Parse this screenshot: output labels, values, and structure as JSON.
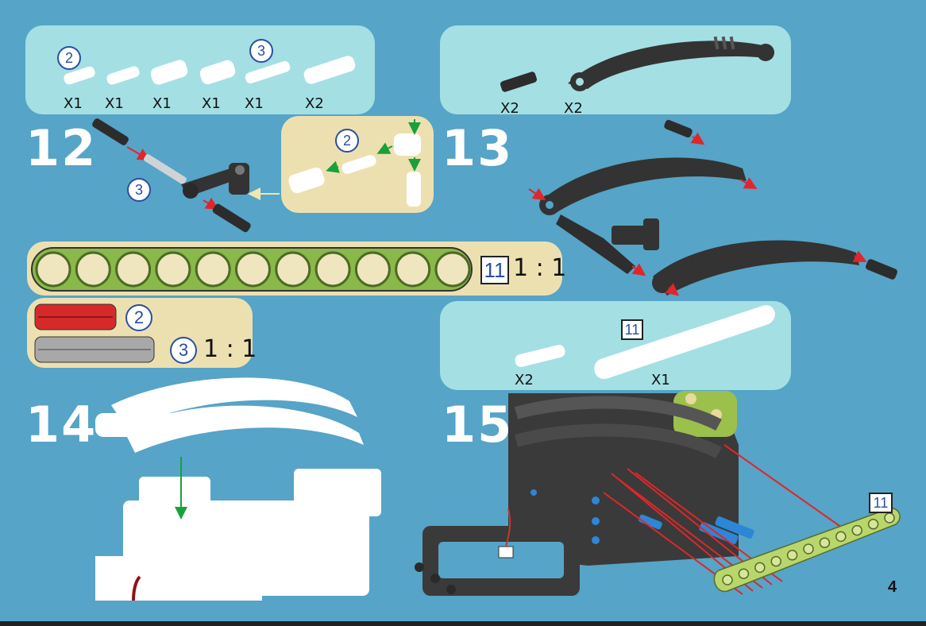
{
  "page": {
    "number": "4"
  },
  "steps": {
    "s12": "12",
    "s13": "13",
    "s14": "14",
    "s15": "15"
  },
  "parts_box_1": {
    "callouts": [
      "2",
      "3"
    ],
    "quantities": [
      "X1",
      "X1",
      "X1",
      "X1",
      "X1",
      "X2"
    ]
  },
  "parts_box_2": {
    "quantities": [
      "X2",
      "X2"
    ]
  },
  "subassembly": {
    "callout": "2"
  },
  "step12": {
    "callout": "3"
  },
  "beam_scale": {
    "size": "11",
    "ratio": "1 : 1"
  },
  "axle_scale": {
    "red_size": "2",
    "grey_size": "3",
    "ratio": "1 : 1"
  },
  "parts_box_3": {
    "size": "11",
    "quantities": [
      "X2",
      "X1"
    ]
  },
  "step15": {
    "beam_size": "11"
  },
  "colors": {
    "background": "#56a4c7",
    "panel_light": "#a4dfe4",
    "panel_beige": "#ede0b0",
    "beam_green": "#8bb84a",
    "part_dark": "#3a3a3a",
    "arrow_red": "#e0262a",
    "arrow_green": "#1aa03a",
    "callout_blue": "#2a4fa0"
  }
}
